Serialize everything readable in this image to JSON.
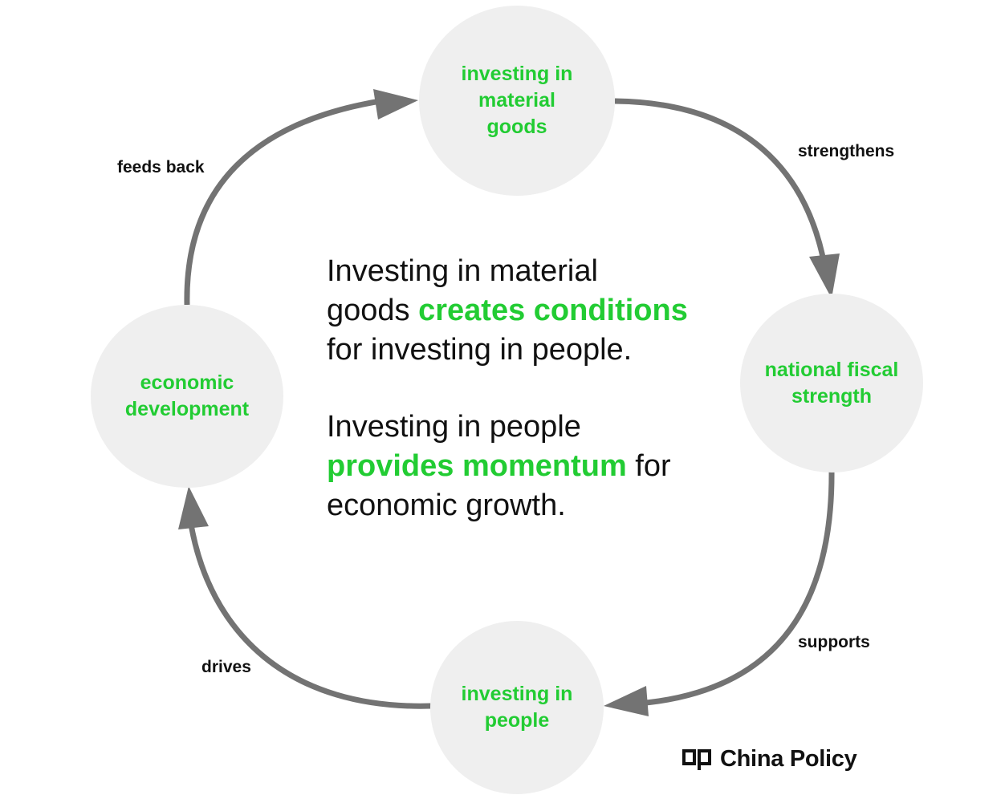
{
  "nodes": {
    "top": "investing in\nmaterial\ngoods",
    "right": "national fiscal\nstrength",
    "bottom": "investing in\npeople",
    "left": "economic\ndevelopment"
  },
  "edges": {
    "top_to_right": "strengthens",
    "right_to_bottom": "supports",
    "bottom_to_left": "drives",
    "left_to_top": "feeds back"
  },
  "center": {
    "para1": {
      "line1": "Investing in material",
      "prefix": "goods ",
      "highlight": "creates conditions",
      "line3": "for investing in people."
    },
    "para2": {
      "line1": "Investing in people",
      "highlight": "provides momentum",
      "suffix": " for",
      "line3": "economic growth."
    }
  },
  "brand": {
    "name": "China Policy",
    "icon": "china-policy-logo-icon"
  },
  "colors": {
    "accent": "#22cc33",
    "node_fill": "#efefef",
    "arrow": "#737373",
    "text": "#111111"
  }
}
